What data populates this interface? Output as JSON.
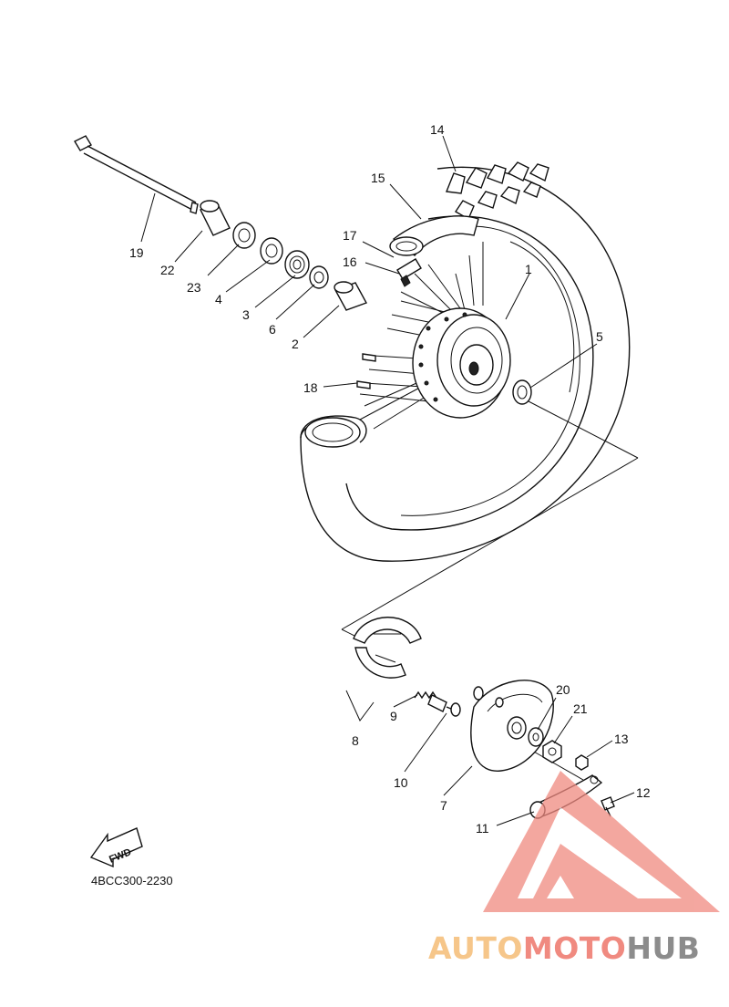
{
  "diagram_code": "4BCC300-2230",
  "fwd_label": "FWD",
  "callouts": [
    "1",
    "2",
    "3",
    "4",
    "5",
    "6",
    "7",
    "8",
    "9",
    "10",
    "11",
    "12",
    "13",
    "14",
    "15",
    "16",
    "17",
    "18",
    "19",
    "20",
    "21",
    "22",
    "23"
  ],
  "watermark": {
    "part1": "AUTO",
    "part2": "MOTO",
    "part3": "HUB",
    "color_auto": "#f6c68a",
    "color_moto": "#f08a80",
    "color_hub": "#8c8c8c",
    "triangle_color": "#f08a80"
  }
}
